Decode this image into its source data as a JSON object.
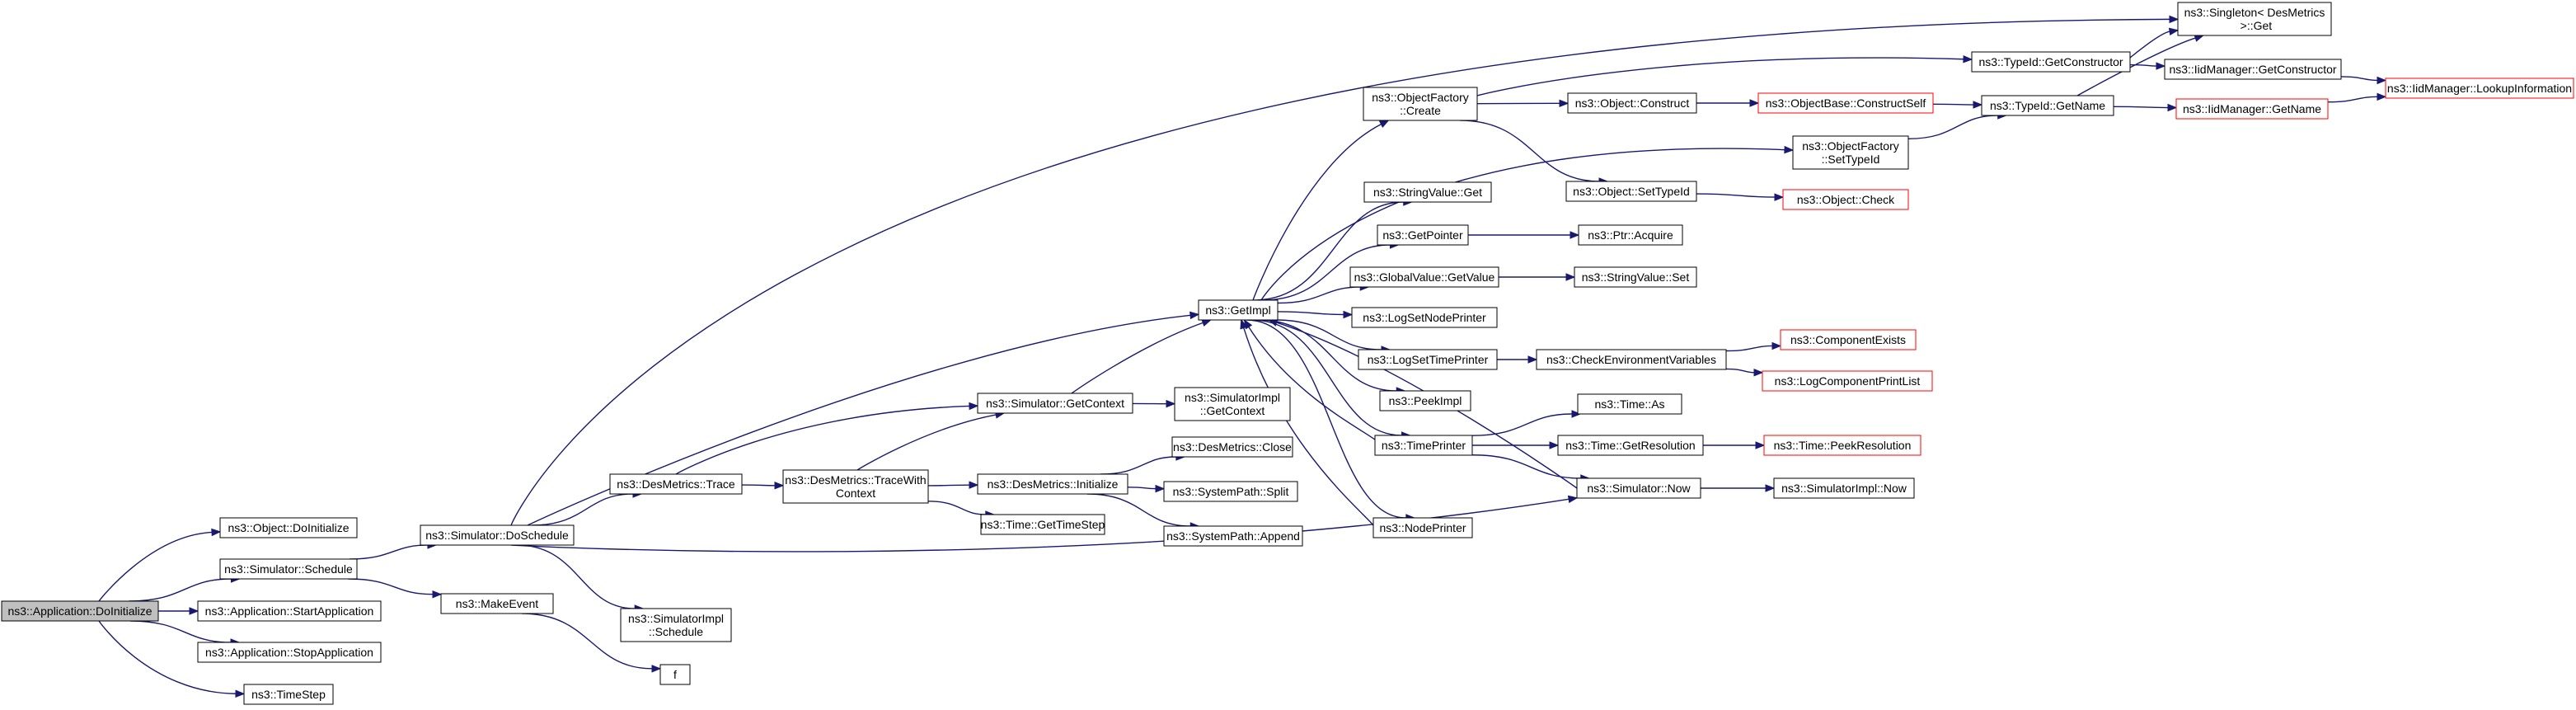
{
  "graph": {
    "colors": {
      "edge": "#191970",
      "node_border": "#000000",
      "node_fill": "#ffffff",
      "root_fill": "#bfbfbf",
      "truncated_border": "#ff0000"
    },
    "nodes": [
      {
        "id": "root",
        "lines": [
          "ns3::Application::DoInitialize"
        ],
        "root": true
      },
      {
        "id": "obj_doinit",
        "lines": [
          "ns3::Object::DoInitialize"
        ]
      },
      {
        "id": "sim_schedule",
        "lines": [
          "ns3::Simulator::Schedule"
        ]
      },
      {
        "id": "app_start",
        "lines": [
          "ns3::Application::StartApplication"
        ]
      },
      {
        "id": "app_stop",
        "lines": [
          "ns3::Application::StopApplication"
        ]
      },
      {
        "id": "timestep",
        "lines": [
          "ns3::TimeStep"
        ]
      },
      {
        "id": "doschedule",
        "lines": [
          "ns3::Simulator::DoSchedule"
        ]
      },
      {
        "id": "makeevent",
        "lines": [
          "ns3::MakeEvent"
        ]
      },
      {
        "id": "simimpl_schedule",
        "lines": [
          "ns3::SimulatorImpl",
          "::Schedule"
        ]
      },
      {
        "id": "f",
        "lines": [
          "f"
        ]
      },
      {
        "id": "desm_trace",
        "lines": [
          "ns3::DesMetrics::Trace"
        ]
      },
      {
        "id": "desm_tracewith",
        "lines": [
          "ns3::DesMetrics::TraceWith",
          "Context"
        ]
      },
      {
        "id": "sim_getcontext",
        "lines": [
          "ns3::Simulator::GetContext"
        ]
      },
      {
        "id": "desm_init",
        "lines": [
          "ns3::DesMetrics::Initialize"
        ]
      },
      {
        "id": "time_gettimestep",
        "lines": [
          "ns3::Time::GetTimeStep"
        ]
      },
      {
        "id": "simimpl_getcontext",
        "lines": [
          "ns3::SimulatorImpl",
          "::GetContext"
        ]
      },
      {
        "id": "desm_close",
        "lines": [
          "ns3::DesMetrics::Close"
        ]
      },
      {
        "id": "syspath_split",
        "lines": [
          "ns3::SystemPath::Split"
        ]
      },
      {
        "id": "syspath_append",
        "lines": [
          "ns3::SystemPath::Append"
        ]
      },
      {
        "id": "getimpl",
        "lines": [
          "ns3::GetImpl"
        ]
      },
      {
        "id": "objfactory_create",
        "lines": [
          "ns3::ObjectFactory",
          "::Create"
        ]
      },
      {
        "id": "stringvalue_get",
        "lines": [
          "ns3::StringValue::Get"
        ]
      },
      {
        "id": "getpointer",
        "lines": [
          "ns3::GetPointer"
        ]
      },
      {
        "id": "globalvalue_getvalue",
        "lines": [
          "ns3::GlobalValue::GetValue"
        ]
      },
      {
        "id": "logsetnodeprinter",
        "lines": [
          "ns3::LogSetNodePrinter"
        ]
      },
      {
        "id": "logsettimeprinter",
        "lines": [
          "ns3::LogSetTimePrinter"
        ]
      },
      {
        "id": "peekimpl",
        "lines": [
          "ns3::PeekImpl"
        ]
      },
      {
        "id": "timeprinter",
        "lines": [
          "ns3::TimePrinter"
        ]
      },
      {
        "id": "nodeprinter",
        "lines": [
          "ns3::NodePrinter"
        ]
      },
      {
        "id": "object_construct",
        "lines": [
          "ns3::Object::Construct"
        ]
      },
      {
        "id": "object_settypeid",
        "lines": [
          "ns3::Object::SetTypeId"
        ]
      },
      {
        "id": "ptr_acquire",
        "lines": [
          "ns3::Ptr::Acquire"
        ]
      },
      {
        "id": "stringvalue_set",
        "lines": [
          "ns3::StringValue::Set"
        ]
      },
      {
        "id": "checkenv",
        "lines": [
          "ns3::CheckEnvironmentVariables"
        ]
      },
      {
        "id": "time_as",
        "lines": [
          "ns3::Time::As"
        ]
      },
      {
        "id": "time_getresolution",
        "lines": [
          "ns3::Time::GetResolution"
        ]
      },
      {
        "id": "sim_now",
        "lines": [
          "ns3::Simulator::Now"
        ]
      },
      {
        "id": "objbase_constructself",
        "lines": [
          "ns3::ObjectBase::ConstructSelf"
        ],
        "truncated": true
      },
      {
        "id": "object_check",
        "lines": [
          "ns3::Object::Check"
        ],
        "truncated": true
      },
      {
        "id": "componentexists",
        "lines": [
          "ns3::ComponentExists"
        ],
        "truncated": true
      },
      {
        "id": "logcomponentprintlist",
        "lines": [
          "ns3::LogComponentPrintList"
        ],
        "truncated": true
      },
      {
        "id": "time_peekresolution",
        "lines": [
          "ns3::Time::PeekResolution"
        ],
        "truncated": true
      },
      {
        "id": "simimpl_now",
        "lines": [
          "ns3::SimulatorImpl::Now"
        ]
      },
      {
        "id": "objfactory_settypeid",
        "lines": [
          "ns3::ObjectFactory",
          "::SetTypeId"
        ]
      },
      {
        "id": "typeid_getconstructor",
        "lines": [
          "ns3::TypeId::GetConstructor"
        ]
      },
      {
        "id": "typeid_getname",
        "lines": [
          "ns3::TypeId::GetName"
        ]
      },
      {
        "id": "singleton_get",
        "lines": [
          "ns3::Singleton< DesMetrics",
          " >::Get"
        ]
      },
      {
        "id": "iidmanager_getconstructor",
        "lines": [
          "ns3::IidManager::GetConstructor"
        ]
      },
      {
        "id": "iidmanager_getname",
        "lines": [
          "ns3::IidManager::GetName"
        ],
        "truncated": true
      },
      {
        "id": "iidmanager_lookupinfo",
        "lines": [
          "ns3::IidManager::LookupInformation"
        ],
        "truncated": true
      }
    ],
    "edges": [
      [
        "root",
        "obj_doinit"
      ],
      [
        "root",
        "sim_schedule"
      ],
      [
        "root",
        "app_start"
      ],
      [
        "root",
        "app_stop"
      ],
      [
        "root",
        "timestep"
      ],
      [
        "sim_schedule",
        "doschedule"
      ],
      [
        "sim_schedule",
        "makeevent"
      ],
      [
        "doschedule",
        "singleton_get"
      ],
      [
        "doschedule",
        "getimpl"
      ],
      [
        "doschedule",
        "desm_trace"
      ],
      [
        "doschedule",
        "simimpl_schedule"
      ],
      [
        "doschedule",
        "sim_now"
      ],
      [
        "makeevent",
        "f"
      ],
      [
        "desm_trace",
        "sim_getcontext"
      ],
      [
        "desm_trace",
        "desm_tracewith"
      ],
      [
        "desm_tracewith",
        "sim_getcontext"
      ],
      [
        "desm_tracewith",
        "desm_init"
      ],
      [
        "desm_tracewith",
        "time_gettimestep"
      ],
      [
        "sim_getcontext",
        "getimpl"
      ],
      [
        "sim_getcontext",
        "simimpl_getcontext"
      ],
      [
        "desm_init",
        "desm_close"
      ],
      [
        "desm_init",
        "syspath_split"
      ],
      [
        "desm_init",
        "syspath_append"
      ],
      [
        "getimpl",
        "objfactory_create"
      ],
      [
        "getimpl",
        "objfactory_settypeid"
      ],
      [
        "getimpl",
        "stringvalue_get"
      ],
      [
        "getimpl",
        "getpointer"
      ],
      [
        "getimpl",
        "globalvalue_getvalue"
      ],
      [
        "getimpl",
        "logsetnodeprinter"
      ],
      [
        "getimpl",
        "logsettimeprinter"
      ],
      [
        "getimpl",
        "peekimpl"
      ],
      [
        "getimpl",
        "timeprinter"
      ],
      [
        "getimpl",
        "nodeprinter"
      ],
      [
        "timeprinter",
        "getimpl"
      ],
      [
        "nodeprinter",
        "getimpl"
      ],
      [
        "sim_now",
        "getimpl"
      ],
      [
        "objfactory_create",
        "typeid_getconstructor"
      ],
      [
        "objfactory_create",
        "object_construct"
      ],
      [
        "objfactory_create",
        "object_settypeid"
      ],
      [
        "object_construct",
        "objbase_constructself"
      ],
      [
        "objbase_constructself",
        "typeid_getname"
      ],
      [
        "object_settypeid",
        "object_check"
      ],
      [
        "getpointer",
        "ptr_acquire"
      ],
      [
        "globalvalue_getvalue",
        "stringvalue_set"
      ],
      [
        "logsettimeprinter",
        "checkenv"
      ],
      [
        "checkenv",
        "componentexists"
      ],
      [
        "checkenv",
        "logcomponentprintlist"
      ],
      [
        "timeprinter",
        "time_as"
      ],
      [
        "timeprinter",
        "time_getresolution"
      ],
      [
        "timeprinter",
        "sim_now"
      ],
      [
        "time_getresolution",
        "time_peekresolution"
      ],
      [
        "sim_now",
        "simimpl_now"
      ],
      [
        "objfactory_settypeid",
        "typeid_getname"
      ],
      [
        "typeid_getconstructor",
        "singleton_get"
      ],
      [
        "typeid_getconstructor",
        "iidmanager_getconstructor"
      ],
      [
        "typeid_getname",
        "singleton_get"
      ],
      [
        "typeid_getname",
        "iidmanager_getname"
      ],
      [
        "iidmanager_getconstructor",
        "iidmanager_lookupinfo"
      ],
      [
        "iidmanager_getname",
        "iidmanager_lookupinfo"
      ]
    ]
  }
}
